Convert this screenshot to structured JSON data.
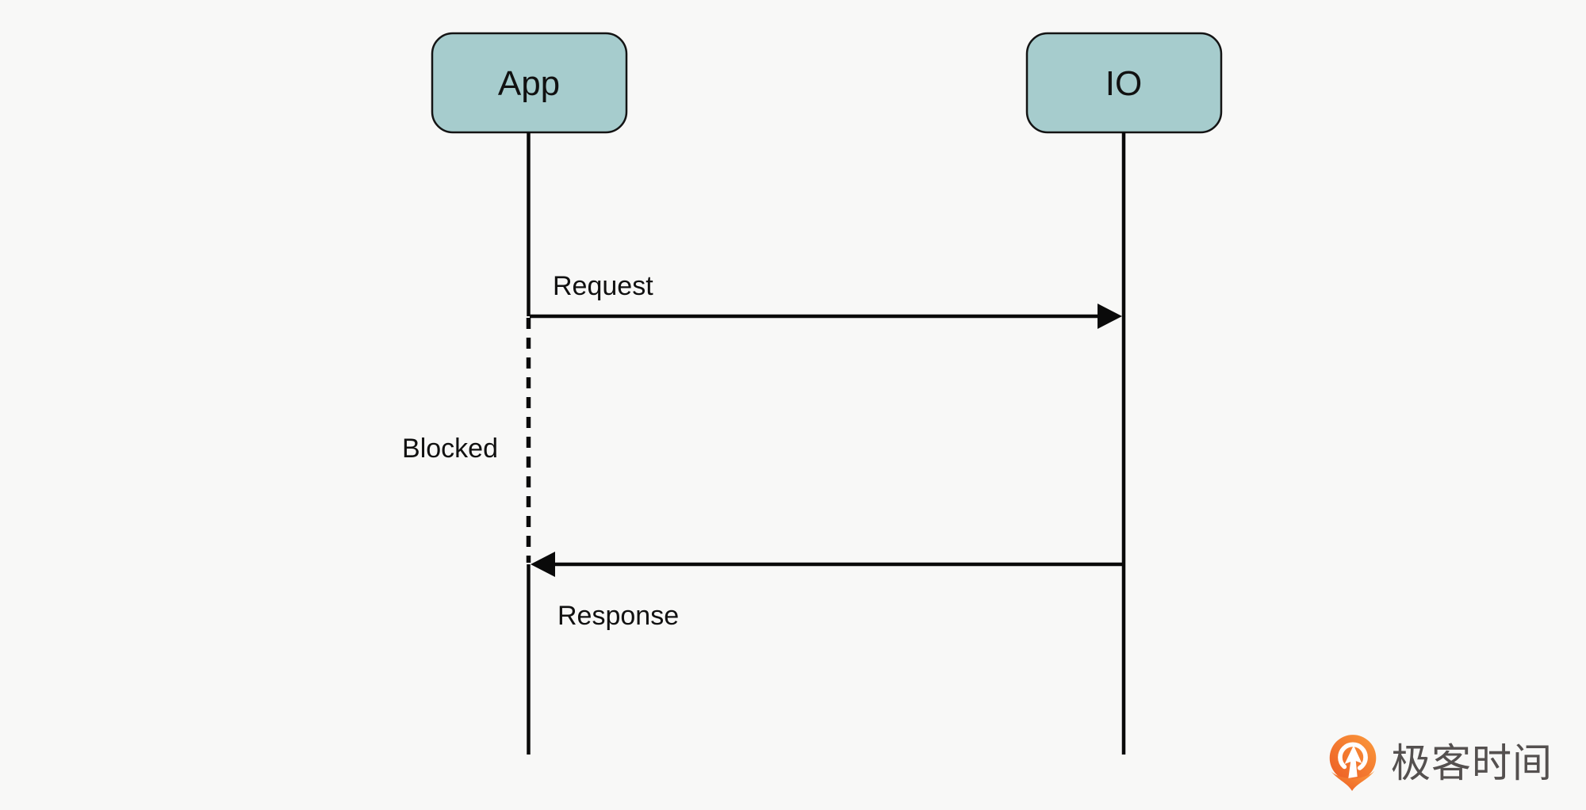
{
  "page": {
    "type": "sequence-diagram"
  },
  "diagram": {
    "actors": [
      {
        "label": "App"
      },
      {
        "label": "IO"
      }
    ],
    "messages": [
      {
        "label": "Request",
        "from": "App",
        "to": "IO",
        "style": "solid-arrow"
      },
      {
        "label": "Response",
        "from": "IO",
        "to": "App",
        "style": "solid-arrow"
      }
    ],
    "state_label": "Blocked",
    "state_lifeline": "dashed"
  },
  "branding": {
    "logo_text": "极客时间",
    "logo_icon": "geektime-pin-icon"
  },
  "colors": {
    "background": "#f8f8f7",
    "actor_fill": "#a6cccd",
    "actor_stroke": "#141414",
    "line": "#0a0a0a",
    "text": "#111111",
    "logo_orange_light": "#fb9a3c",
    "logo_orange_dark": "#ec5b24",
    "logo_text_gray": "#54504f"
  }
}
